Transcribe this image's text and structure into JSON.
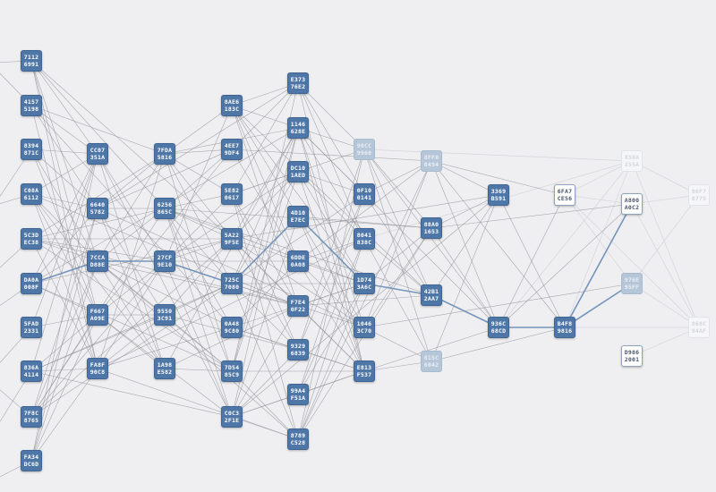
{
  "colors": {
    "background": "#efeff1",
    "edge": "#8f8f96",
    "edge_faint": "#d7d8dc",
    "edge_highlight": "#6f90b8",
    "node_fill": "#4e76a6"
  },
  "graph": {
    "nodes": [
      {
        "id": "n1",
        "line1": "7112",
        "line2": "6991",
        "variant": "normal"
      },
      {
        "id": "n2",
        "line1": "4157",
        "line2": "5198",
        "variant": "normal"
      },
      {
        "id": "n3",
        "line1": "8394",
        "line2": "871C",
        "variant": "normal"
      },
      {
        "id": "n4",
        "line1": "C08A",
        "line2": "6112",
        "variant": "normal"
      },
      {
        "id": "n5",
        "line1": "5C3D",
        "line2": "EC38",
        "variant": "normal"
      },
      {
        "id": "n6",
        "line1": "DA0A",
        "line2": "008F",
        "variant": "normal"
      },
      {
        "id": "n7",
        "line1": "5FAD",
        "line2": "2331",
        "variant": "normal"
      },
      {
        "id": "n8",
        "line1": "836A",
        "line2": "4114",
        "variant": "normal"
      },
      {
        "id": "n9",
        "line1": "7F8C",
        "line2": "8765",
        "variant": "normal"
      },
      {
        "id": "n10",
        "line1": "FA34",
        "line2": "DC6D",
        "variant": "normal"
      },
      {
        "id": "n11",
        "line1": "CC07",
        "line2": "351A",
        "variant": "normal"
      },
      {
        "id": "n12",
        "line1": "6640",
        "line2": "5782",
        "variant": "normal"
      },
      {
        "id": "n13",
        "line1": "7CCA",
        "line2": "D88E",
        "variant": "normal"
      },
      {
        "id": "n14",
        "line1": "F667",
        "line2": "A09E",
        "variant": "normal"
      },
      {
        "id": "n15",
        "line1": "FA8F",
        "line2": "90C8",
        "variant": "normal"
      },
      {
        "id": "n16",
        "line1": "7FDA",
        "line2": "5816",
        "variant": "normal"
      },
      {
        "id": "n17",
        "line1": "6256",
        "line2": "865C",
        "variant": "normal"
      },
      {
        "id": "n18",
        "line1": "27CF",
        "line2": "9E10",
        "variant": "normal"
      },
      {
        "id": "n19",
        "line1": "9550",
        "line2": "3C91",
        "variant": "normal"
      },
      {
        "id": "n20",
        "line1": "1A98",
        "line2": "E582",
        "variant": "normal"
      },
      {
        "id": "n21",
        "line1": "8AE6",
        "line2": "183C",
        "variant": "normal"
      },
      {
        "id": "n22",
        "line1": "4EE7",
        "line2": "9DF4",
        "variant": "normal"
      },
      {
        "id": "n23",
        "line1": "5E82",
        "line2": "0617",
        "variant": "normal"
      },
      {
        "id": "n24",
        "line1": "5A22",
        "line2": "9F5E",
        "variant": "normal"
      },
      {
        "id": "n25",
        "line1": "725C",
        "line2": "7080",
        "variant": "normal"
      },
      {
        "id": "n26",
        "line1": "0A48",
        "line2": "9C80",
        "variant": "normal"
      },
      {
        "id": "n27",
        "line1": "7D54",
        "line2": "85C9",
        "variant": "normal"
      },
      {
        "id": "n28",
        "line1": "C0C3",
        "line2": "2F1E",
        "variant": "normal"
      },
      {
        "id": "n29",
        "line1": "E373",
        "line2": "76E2",
        "variant": "normal"
      },
      {
        "id": "n30",
        "line1": "1146",
        "line2": "628E",
        "variant": "normal"
      },
      {
        "id": "n31",
        "line1": "DC10",
        "line2": "1AED",
        "variant": "normal"
      },
      {
        "id": "n32",
        "line1": "4D10",
        "line2": "E7EC",
        "variant": "normal"
      },
      {
        "id": "n33",
        "line1": "6DDE",
        "line2": "0A08",
        "variant": "normal"
      },
      {
        "id": "n34",
        "line1": "F7E4",
        "line2": "0F22",
        "variant": "normal"
      },
      {
        "id": "n35",
        "line1": "9329",
        "line2": "6839",
        "variant": "normal"
      },
      {
        "id": "n36",
        "line1": "99A4",
        "line2": "F51A",
        "variant": "normal"
      },
      {
        "id": "n37",
        "line1": "8789",
        "line2": "C528",
        "variant": "normal"
      },
      {
        "id": "n38",
        "line1": "90CC",
        "line2": "9960",
        "variant": "faded"
      },
      {
        "id": "n39",
        "line1": "0F10",
        "line2": "0141",
        "variant": "normal"
      },
      {
        "id": "n40",
        "line1": "8041",
        "line2": "838C",
        "variant": "normal"
      },
      {
        "id": "n41",
        "line1": "1D74",
        "line2": "3A6C",
        "variant": "normal"
      },
      {
        "id": "n42",
        "line1": "1046",
        "line2": "3C70",
        "variant": "normal"
      },
      {
        "id": "n43",
        "line1": "E813",
        "line2": "F537",
        "variant": "normal"
      },
      {
        "id": "n44",
        "line1": "8FF0",
        "line2": "0494",
        "variant": "faded"
      },
      {
        "id": "n45",
        "line1": "88A0",
        "line2": "1653",
        "variant": "normal"
      },
      {
        "id": "n46",
        "line1": "42B1",
        "line2": "2AA7",
        "variant": "normal"
      },
      {
        "id": "n47",
        "line1": "015C",
        "line2": "6042",
        "variant": "faded"
      },
      {
        "id": "n48",
        "line1": "3369",
        "line2": "B591",
        "variant": "normal"
      },
      {
        "id": "n49",
        "line1": "936C",
        "line2": "68CD",
        "variant": "normal"
      },
      {
        "id": "n50",
        "line1": "6FA7",
        "line2": "CE56",
        "variant": "outline"
      },
      {
        "id": "n51",
        "line1": "B4F8",
        "line2": "9816",
        "variant": "normal"
      },
      {
        "id": "n52",
        "line1": "850A",
        "line2": "255A",
        "variant": "ghost"
      },
      {
        "id": "n53",
        "line1": "A800",
        "line2": "A0C2",
        "variant": "outline"
      },
      {
        "id": "n54",
        "line1": "976E",
        "line2": "95FF",
        "variant": "faded"
      },
      {
        "id": "n55",
        "line1": "D986",
        "line2": "2001",
        "variant": "outline"
      },
      {
        "id": "n56",
        "line1": "90F7",
        "line2": "8775",
        "variant": "ghost"
      },
      {
        "id": "n57",
        "line1": "868C",
        "line2": "94AF",
        "variant": "ghost"
      }
    ]
  }
}
